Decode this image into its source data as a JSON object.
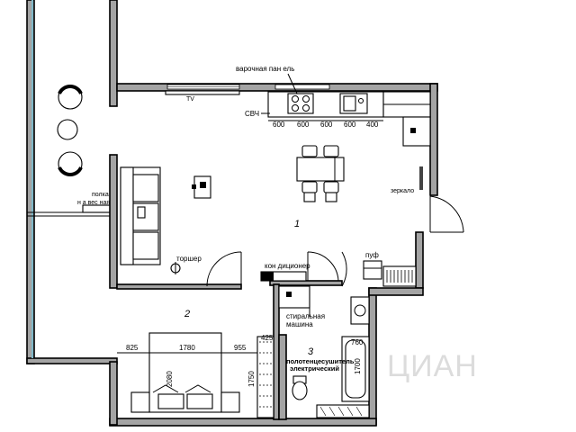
{
  "labels": {
    "hob": "варочная пан ель",
    "oven": "СВЧ",
    "tv": "TV",
    "mirror": "зеркало",
    "balcony_curtain": "полка\nн а вес ная",
    "floor_lamp": "торшер",
    "air_conditioner": "кон диционер",
    "pouf": "пуф",
    "washing_machine": "стиральная\nмашина",
    "water_heater": "полотенцесушитель\nэлектрический"
  },
  "kitchen_widths": [
    "600",
    "600",
    "600",
    "600",
    "400"
  ],
  "room_numbers": [
    "1",
    "2",
    "3"
  ],
  "dimensions": {
    "bedroom_left": "825",
    "bed_width": "1780",
    "bedroom_right": "955",
    "bed_length": "2080",
    "closet_top": "425",
    "closet_depth": "1750",
    "bath_length": "760",
    "bath_side": "1700"
  },
  "watermark": "ЦИАН"
}
